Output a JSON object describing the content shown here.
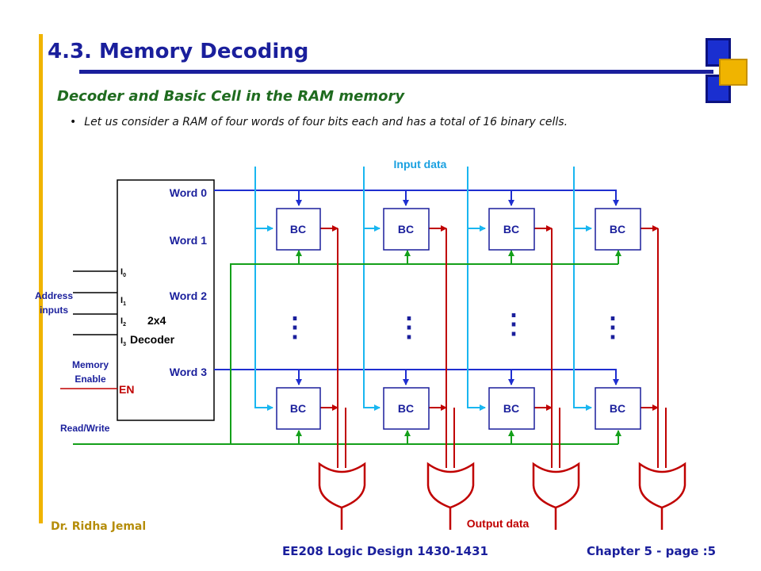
{
  "slide": {
    "title": "4.3. Memory Decoding",
    "subtitle": "Decoder and Basic Cell in the RAM memory",
    "bullet": "Let us consider a RAM of four words of four bits each and has a total of 16 binary cells.",
    "author": "Dr. Ridha Jemal",
    "course": "EE208 Logic Design 1430-1431",
    "chapter": "Chapter 5  - page :5"
  },
  "diagram": {
    "input_data_label": "Input data",
    "output_data_label": "Output data",
    "cell_label": "BC",
    "ellipsis": "⋮",
    "decoder": {
      "name_line1": "2x4",
      "name_line2": "Decoder",
      "word_labels": [
        "Word 0",
        "Word 1",
        "Word 2",
        "Word 3"
      ],
      "input_pin_prefix": "I",
      "input_pin_indices": [
        "0",
        "1",
        "2",
        "3"
      ],
      "enable_label": "EN"
    },
    "address_label_line1": "Address",
    "address_label_line2": "inputs",
    "memory_enable_line1": "Memory",
    "memory_enable_line2": "Enable",
    "read_write_label": "Read/Write"
  },
  "colors": {
    "title_blue": "#1a1f9c",
    "subtitle_green": "#1f6b1f",
    "accent_gold": "#f0b400",
    "wire_blue": "#1f2fd0",
    "wire_cyan": "#19b6f0",
    "wire_green": "#14a01a",
    "wire_red": "#c00000"
  }
}
